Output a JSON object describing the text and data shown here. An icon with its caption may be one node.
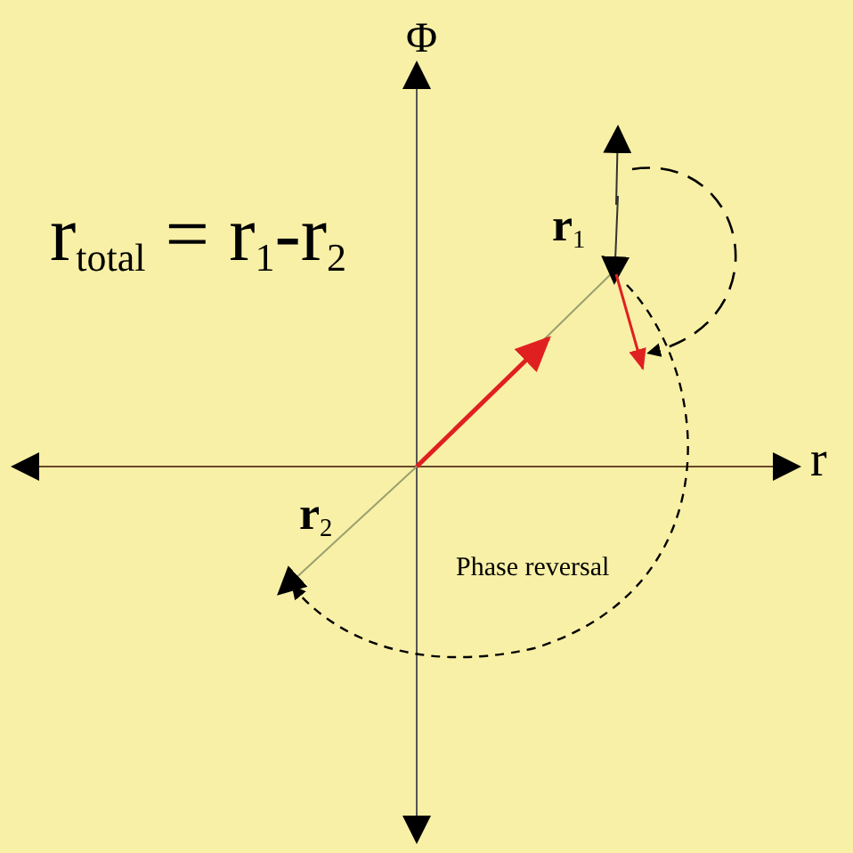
{
  "diagram": {
    "labels": [
      "Φ",
      "r$_{total}$ = r$_{1}$-r$_{2}$",
      "r$_{1}$",
      "r",
      "r$_{2}$",
      "Phase reversal"
    ]
  }
}
